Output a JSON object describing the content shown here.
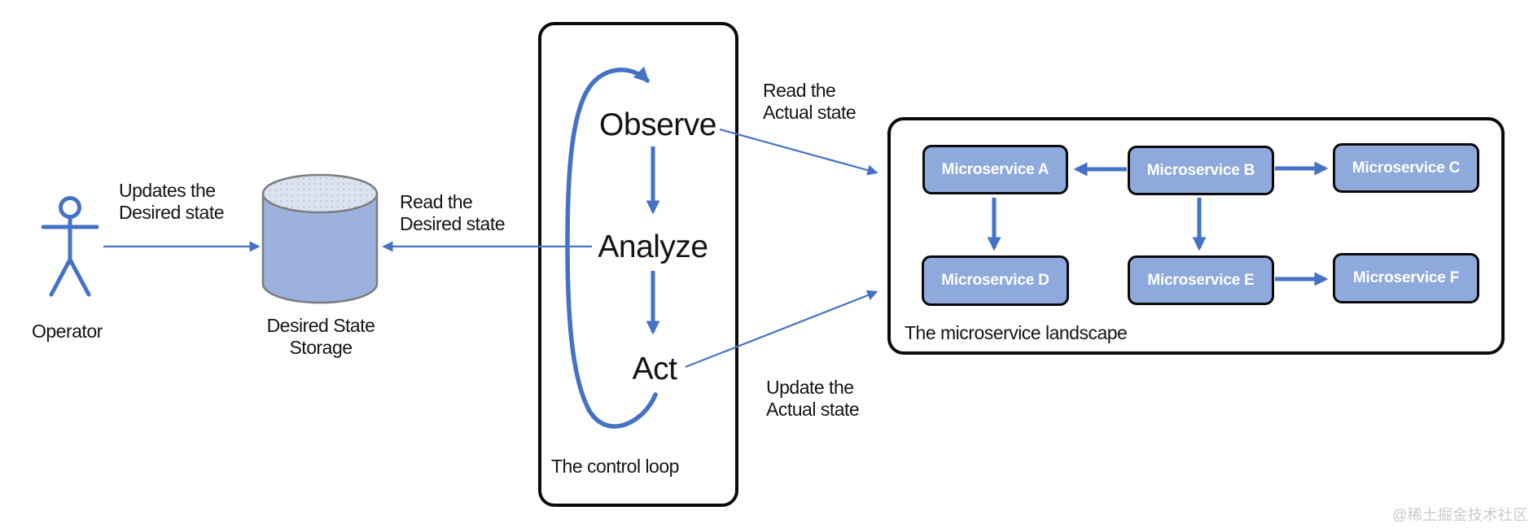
{
  "diagram": {
    "operator": {
      "label": "Operator"
    },
    "storage": {
      "label": "Desired State\nStorage"
    },
    "edge_labels": {
      "updates_desired": "Updates the\nDesired state",
      "read_desired": "Read the\nDesired state",
      "read_actual": "Read the\nActual state",
      "update_actual": "Update the\nActual state"
    },
    "control_loop": {
      "title": "The control loop",
      "steps": [
        {
          "label": "Observe"
        },
        {
          "label": "Analyze"
        },
        {
          "label": "Act"
        }
      ]
    },
    "landscape": {
      "title": "The microservice landscape",
      "services": [
        {
          "label": "Microservice A"
        },
        {
          "label": "Microservice B"
        },
        {
          "label": "Microservice C"
        },
        {
          "label": "Microservice D"
        },
        {
          "label": "Microservice E"
        },
        {
          "label": "Microservice F"
        }
      ],
      "connections": [
        {
          "from": "Microservice B",
          "to": "Microservice A"
        },
        {
          "from": "Microservice B",
          "to": "Microservice C"
        },
        {
          "from": "Microservice A",
          "to": "Microservice D"
        },
        {
          "from": "Microservice B",
          "to": "Microservice E"
        },
        {
          "from": "Microservice E",
          "to": "Microservice F"
        }
      ]
    },
    "watermark": "@稀土掘金技术社区",
    "colors": {
      "arrow_blue": "#4472c4",
      "service_fill": "#8ea9db",
      "cylinder_body": "#9db1de",
      "cylinder_top": "#dce3f0",
      "outline_black": "#0b0b0b",
      "watermark_gray": "#c9c9c9"
    }
  }
}
